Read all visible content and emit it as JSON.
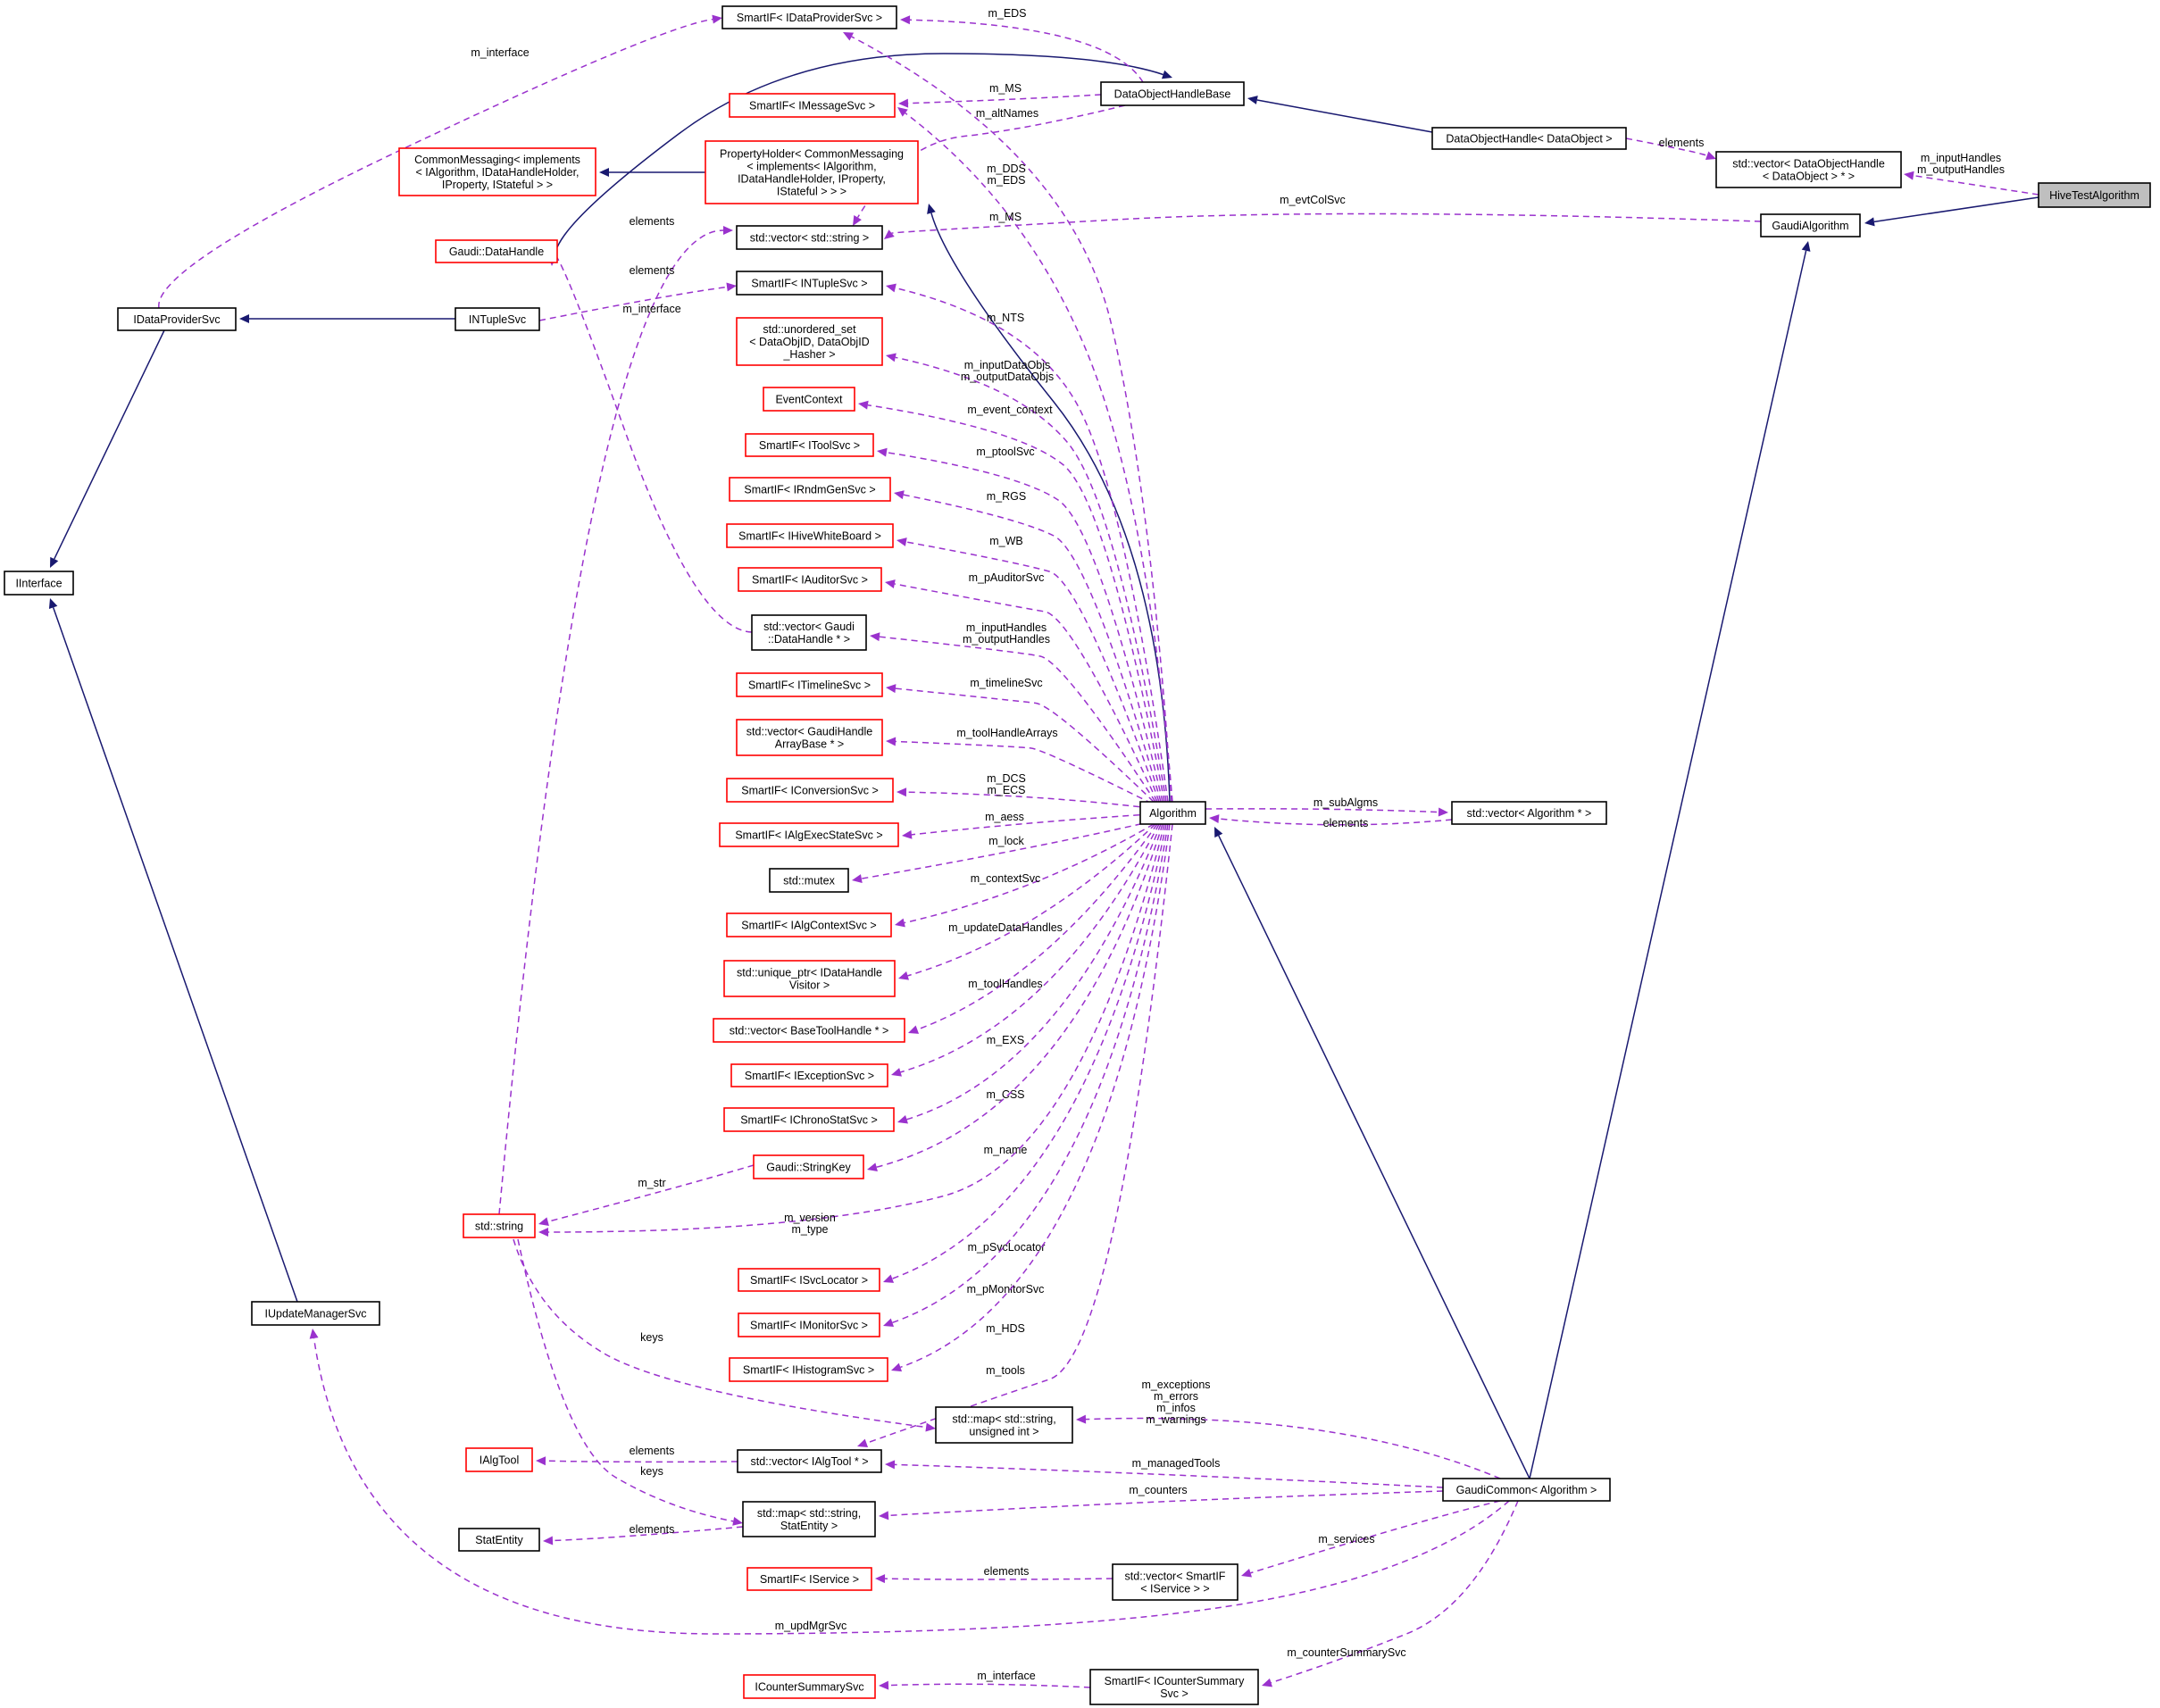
{
  "nodes": [
    {
      "id": "HiveTestAlgorithm",
      "lines": [
        "HiveTestAlgorithm"
      ],
      "style": "gray"
    },
    {
      "id": "GaudiAlgorithm",
      "lines": [
        "GaudiAlgorithm"
      ],
      "style": "black"
    },
    {
      "id": "VecDataObjectHandle",
      "lines": [
        "std::vector< DataObjectHandle",
        "< DataObject > * >"
      ],
      "style": "black"
    },
    {
      "id": "DataObjectHandle",
      "lines": [
        "DataObjectHandle< DataObject >"
      ],
      "style": "black"
    },
    {
      "id": "DataObjectHandleBase",
      "lines": [
        "DataObjectHandleBase"
      ],
      "style": "black"
    },
    {
      "id": "SmartIFDataProviderSvc",
      "lines": [
        "SmartIF< IDataProviderSvc >"
      ],
      "style": "black"
    },
    {
      "id": "SmartIFMessageSvc",
      "lines": [
        "SmartIF< IMessageSvc >"
      ],
      "style": "red"
    },
    {
      "id": "PropertyHolder",
      "lines": [
        "PropertyHolder< CommonMessaging",
        "< implements< IAlgorithm,",
        "IDataHandleHolder, IProperty,",
        "IStateful > > >"
      ],
      "style": "red"
    },
    {
      "id": "CommonMessaging",
      "lines": [
        "CommonMessaging< implements",
        "< IAlgorithm, IDataHandleHolder,",
        "IProperty, IStateful > >"
      ],
      "style": "red"
    },
    {
      "id": "GaudiDataHandle",
      "lines": [
        "Gaudi::DataHandle"
      ],
      "style": "red"
    },
    {
      "id": "VecString",
      "lines": [
        "std::vector< std::string >"
      ],
      "style": "black"
    },
    {
      "id": "SmartIFNTupleSvc",
      "lines": [
        "SmartIF< INTupleSvc >"
      ],
      "style": "black"
    },
    {
      "id": "INTupleSvc",
      "lines": [
        "INTupleSvc"
      ],
      "style": "black"
    },
    {
      "id": "IDataProviderSvc",
      "lines": [
        "IDataProviderSvc"
      ],
      "style": "black"
    },
    {
      "id": "IInterface",
      "lines": [
        "IInterface"
      ],
      "style": "black"
    },
    {
      "id": "UnorderedSet",
      "lines": [
        "std::unordered_set",
        "< DataObjID, DataObjID",
        "_Hasher >"
      ],
      "style": "red"
    },
    {
      "id": "EventContext",
      "lines": [
        "EventContext"
      ],
      "style": "red"
    },
    {
      "id": "SmartIFToolSvc",
      "lines": [
        "SmartIF< IToolSvc >"
      ],
      "style": "red"
    },
    {
      "id": "SmartIFRndmGenSvc",
      "lines": [
        "SmartIF< IRndmGenSvc >"
      ],
      "style": "red"
    },
    {
      "id": "SmartIFHiveWhiteBoard",
      "lines": [
        "SmartIF< IHiveWhiteBoard >"
      ],
      "style": "red"
    },
    {
      "id": "SmartIFAuditorSvc",
      "lines": [
        "SmartIF< IAuditorSvc >"
      ],
      "style": "red"
    },
    {
      "id": "VecGaudiDataHandle",
      "lines": [
        "std::vector< Gaudi",
        "::DataHandle * >"
      ],
      "style": "black"
    },
    {
      "id": "SmartIFTimelineSvc",
      "lines": [
        "SmartIF< ITimelineSvc >"
      ],
      "style": "red"
    },
    {
      "id": "VecGaudiHandleArrayBase",
      "lines": [
        "std::vector< GaudiHandle",
        "ArrayBase * >"
      ],
      "style": "red"
    },
    {
      "id": "SmartIFConversionSvc",
      "lines": [
        "SmartIF< IConversionSvc >"
      ],
      "style": "red"
    },
    {
      "id": "SmartIFAlgExecStateSvc",
      "lines": [
        "SmartIF< IAlgExecStateSvc >"
      ],
      "style": "red"
    },
    {
      "id": "Mutex",
      "lines": [
        "std::mutex"
      ],
      "style": "black"
    },
    {
      "id": "SmartIFAlgContextSvc",
      "lines": [
        "SmartIF< IAlgContextSvc >"
      ],
      "style": "red"
    },
    {
      "id": "UniquePtr",
      "lines": [
        "std::unique_ptr< IDataHandle",
        "Visitor >"
      ],
      "style": "red"
    },
    {
      "id": "VecBaseToolHandle",
      "lines": [
        "std::vector< BaseToolHandle * >"
      ],
      "style": "red"
    },
    {
      "id": "SmartIFExceptionSvc",
      "lines": [
        "SmartIF< IExceptionSvc >"
      ],
      "style": "red"
    },
    {
      "id": "SmartIFChronoStatSvc",
      "lines": [
        "SmartIF< IChronoStatSvc >"
      ],
      "style": "red"
    },
    {
      "id": "StringKey",
      "lines": [
        "Gaudi::StringKey"
      ],
      "style": "red"
    },
    {
      "id": "StdString",
      "lines": [
        "std::string"
      ],
      "style": "red"
    },
    {
      "id": "SmartIFSvcLocator",
      "lines": [
        "SmartIF< ISvcLocator >"
      ],
      "style": "red"
    },
    {
      "id": "SmartIFMonitorSvc",
      "lines": [
        "SmartIF< IMonitorSvc >"
      ],
      "style": "red"
    },
    {
      "id": "SmartIFHistogramSvc",
      "lines": [
        "SmartIF< IHistogramSvc >"
      ],
      "style": "red"
    },
    {
      "id": "Algorithm",
      "lines": [
        "Algorithm"
      ],
      "style": "black"
    },
    {
      "id": "VecAlgorithm",
      "lines": [
        "std::vector< Algorithm * >"
      ],
      "style": "black"
    },
    {
      "id": "IUpdateManagerSvc",
      "lines": [
        "IUpdateManagerSvc"
      ],
      "style": "black"
    },
    {
      "id": "MapStringUint",
      "lines": [
        "std::map< std::string,",
        "unsigned int >"
      ],
      "style": "black"
    },
    {
      "id": "IAlgTool",
      "lines": [
        "IAlgTool"
      ],
      "style": "red"
    },
    {
      "id": "VecIAlgTool",
      "lines": [
        "std::vector< IAlgTool * >"
      ],
      "style": "black"
    },
    {
      "id": "GaudiCommon",
      "lines": [
        "GaudiCommon< Algorithm >"
      ],
      "style": "black"
    },
    {
      "id": "StatEntity",
      "lines": [
        "StatEntity"
      ],
      "style": "black"
    },
    {
      "id": "MapStringStatEntity",
      "lines": [
        "std::map< std::string,",
        "StatEntity >"
      ],
      "style": "black"
    },
    {
      "id": "SmartIFService",
      "lines": [
        "SmartIF< IService >"
      ],
      "style": "red"
    },
    {
      "id": "VecSmartIFService",
      "lines": [
        "std::vector< SmartIF",
        "< IService > >"
      ],
      "style": "black"
    },
    {
      "id": "ICounterSummarySvc",
      "lines": [
        "ICounterSummarySvc"
      ],
      "style": "red"
    },
    {
      "id": "SmartIFCounterSummarySvc",
      "lines": [
        "SmartIF< ICounterSummary",
        "Svc >"
      ],
      "style": "black"
    }
  ],
  "edges": [
    {
      "from": "GaudiAlgorithm",
      "to": "HiveTestAlgorithm",
      "type": "inherit",
      "label": []
    },
    {
      "from": "VecDataObjectHandle",
      "to": "HiveTestAlgorithm",
      "type": "collab",
      "label": [
        "m_inputHandles",
        "m_outputHandles"
      ]
    },
    {
      "from": "DataObjectHandle",
      "to": "VecDataObjectHandle",
      "type": "collab",
      "label": [
        "elements"
      ]
    },
    {
      "from": "DataObjectHandleBase",
      "to": "DataObjectHandle",
      "type": "inherit",
      "label": []
    },
    {
      "from": "GaudiDataHandle",
      "to": "DataObjectHandleBase",
      "type": "inherit",
      "label": []
    },
    {
      "from": "SmartIFDataProviderSvc",
      "to": "DataObjectHandleBase",
      "type": "collab",
      "label": [
        "m_EDS"
      ]
    },
    {
      "from": "SmartIFMessageSvc",
      "to": "DataObjectHandleBase",
      "type": "collab",
      "label": [
        "m_MS"
      ]
    },
    {
      "from": "VecString",
      "to": "DataObjectHandleBase",
      "type": "collab",
      "label": [
        "m_altNames"
      ]
    },
    {
      "from": "IDataProviderSvc",
      "to": "SmartIFDataProviderSvc",
      "type": "collab",
      "label": [
        "m_interface"
      ]
    },
    {
      "from": "CommonMessaging",
      "to": "PropertyHolder",
      "type": "inherit",
      "label": []
    },
    {
      "from": "StdString",
      "to": "VecString",
      "type": "collab",
      "label": [
        "elements"
      ]
    },
    {
      "from": "INTupleSvc",
      "to": "SmartIFNTupleSvc",
      "type": "collab",
      "label": [
        "m_interface"
      ]
    },
    {
      "from": "IDataProviderSvc",
      "to": "INTupleSvc",
      "type": "inherit",
      "label": []
    },
    {
      "from": "IInterface",
      "to": "IDataProviderSvc",
      "type": "inherit",
      "label": []
    },
    {
      "from": "IInterface",
      "to": "IUpdateManagerSvc",
      "type": "inherit",
      "label": []
    },
    {
      "from": "GaudiDataHandle",
      "to": "VecGaudiDataHandle",
      "type": "collab",
      "label": [
        "elements"
      ]
    },
    {
      "from": "PropertyHolder",
      "to": "Algorithm",
      "type": "inherit",
      "label": []
    },
    {
      "from": "Algorithm",
      "to": "GaudiCommon",
      "type": "inherit",
      "label": []
    },
    {
      "from": "GaudiCommon",
      "to": "GaudiAlgorithm",
      "type": "inherit",
      "label": []
    },
    {
      "from": "GaudiAlgorithm",
      "to": "SmartIFDataProviderSvc",
      "type": "collab",
      "label": [
        "m_evtColSvc"
      ]
    },
    {
      "from": "Algorithm",
      "to": "SmartIFDataProviderSvc",
      "type": "collab",
      "label": [
        "m_DDS",
        "m_EDS"
      ]
    },
    {
      "from": "Algorithm",
      "to": "SmartIFMessageSvc",
      "type": "collab",
      "label": [
        "m_MS"
      ]
    },
    {
      "from": "Algorithm",
      "to": "SmartIFNTupleSvc",
      "type": "collab",
      "label": [
        "m_NTS"
      ]
    },
    {
      "from": "Algorithm",
      "to": "UnorderedSet",
      "type": "collab",
      "label": [
        "m_inputDataObjs",
        "m_outputDataObjs"
      ]
    },
    {
      "from": "Algorithm",
      "to": "EventContext",
      "type": "collab",
      "label": [
        "m_event_context"
      ]
    },
    {
      "from": "Algorithm",
      "to": "SmartIFToolSvc",
      "type": "collab",
      "label": [
        "m_ptoolSvc"
      ]
    },
    {
      "from": "Algorithm",
      "to": "SmartIFRndmGenSvc",
      "type": "collab",
      "label": [
        "m_RGS"
      ]
    },
    {
      "from": "Algorithm",
      "to": "SmartIFHiveWhiteBoard",
      "type": "collab",
      "label": [
        "m_WB"
      ]
    },
    {
      "from": "Algorithm",
      "to": "SmartIFAuditorSvc",
      "type": "collab",
      "label": [
        "m_pAuditorSvc"
      ]
    },
    {
      "from": "Algorithm",
      "to": "VecGaudiDataHandle",
      "type": "collab",
      "label": [
        "m_inputHandles",
        "m_outputHandles"
      ]
    },
    {
      "from": "Algorithm",
      "to": "SmartIFTimelineSvc",
      "type": "collab",
      "label": [
        "m_timelineSvc"
      ]
    },
    {
      "from": "Algorithm",
      "to": "VecGaudiHandleArrayBase",
      "type": "collab",
      "label": [
        "m_toolHandleArrays"
      ]
    },
    {
      "from": "Algorithm",
      "to": "SmartIFConversionSvc",
      "type": "collab",
      "label": [
        "m_DCS",
        "m_ECS"
      ]
    },
    {
      "from": "Algorithm",
      "to": "SmartIFAlgExecStateSvc",
      "type": "collab",
      "label": [
        "m_aess"
      ]
    },
    {
      "from": "Algorithm",
      "to": "Mutex",
      "type": "collab",
      "label": [
        "m_lock"
      ]
    },
    {
      "from": "Algorithm",
      "to": "SmartIFAlgContextSvc",
      "type": "collab",
      "label": [
        "m_contextSvc"
      ]
    },
    {
      "from": "Algorithm",
      "to": "UniquePtr",
      "type": "collab",
      "label": [
        "m_updateDataHandles"
      ]
    },
    {
      "from": "Algorithm",
      "to": "VecBaseToolHandle",
      "type": "collab",
      "label": [
        "m_toolHandles"
      ]
    },
    {
      "from": "Algorithm",
      "to": "SmartIFExceptionSvc",
      "type": "collab",
      "label": [
        "m_EXS"
      ]
    },
    {
      "from": "Algorithm",
      "to": "SmartIFChronoStatSvc",
      "type": "collab",
      "label": [
        "m_CSS"
      ]
    },
    {
      "from": "Algorithm",
      "to": "StringKey",
      "type": "collab",
      "label": [
        "m_name"
      ]
    },
    {
      "from": "StringKey",
      "to": "StdString",
      "type": "collab",
      "label": [
        "m_str"
      ]
    },
    {
      "from": "Algorithm",
      "to": "StdString",
      "type": "collab",
      "label": [
        "m_version",
        "m_type"
      ]
    },
    {
      "from": "Algorithm",
      "to": "SmartIFSvcLocator",
      "type": "collab",
      "label": [
        "m_pSvcLocator"
      ]
    },
    {
      "from": "Algorithm",
      "to": "SmartIFMonitorSvc",
      "type": "collab",
      "label": [
        "m_pMonitorSvc"
      ]
    },
    {
      "from": "Algorithm",
      "to": "SmartIFHistogramSvc",
      "type": "collab",
      "label": [
        "m_HDS"
      ]
    },
    {
      "from": "Algorithm",
      "to": "VecIAlgTool",
      "type": "collab",
      "label": [
        "m_tools"
      ]
    },
    {
      "from": "Algorithm",
      "to": "VecAlgorithm",
      "type": "collab",
      "label": [
        "m_subAlgms"
      ]
    },
    {
      "from": "VecAlgorithm",
      "to": "Algorithm",
      "type": "collab",
      "label": [
        "elements"
      ]
    },
    {
      "from": "StdString",
      "to": "MapStringUint",
      "type": "collab",
      "label": [
        "keys"
      ]
    },
    {
      "from": "GaudiCommon",
      "to": "MapStringUint",
      "type": "collab",
      "label": [
        "m_exceptions",
        "m_errors",
        "m_infos",
        "m_warnings"
      ]
    },
    {
      "from": "IAlgTool",
      "to": "VecIAlgTool",
      "type": "collab",
      "label": [
        "elements"
      ]
    },
    {
      "from": "GaudiCommon",
      "to": "VecIAlgTool",
      "type": "collab",
      "label": [
        "m_managedTools"
      ]
    },
    {
      "from": "StdString",
      "to": "MapStringStatEntity",
      "type": "collab",
      "label": [
        "keys"
      ]
    },
    {
      "from": "StatEntity",
      "to": "MapStringStatEntity",
      "type": "collab",
      "label": [
        "elements"
      ]
    },
    {
      "from": "GaudiCommon",
      "to": "MapStringStatEntity",
      "type": "collab",
      "label": [
        "m_counters"
      ]
    },
    {
      "from": "SmartIFService",
      "to": "VecSmartIFService",
      "type": "collab",
      "label": [
        "elements"
      ]
    },
    {
      "from": "GaudiCommon",
      "to": "VecSmartIFService",
      "type": "collab",
      "label": [
        "m_services"
      ]
    },
    {
      "from": "GaudiCommon",
      "to": "IUpdateManagerSvc",
      "type": "collab",
      "label": [
        "m_updMgrSvc"
      ]
    },
    {
      "from": "ICounterSummarySvc",
      "to": "SmartIFCounterSummarySvc",
      "type": "collab",
      "label": [
        "m_interface"
      ]
    },
    {
      "from": "GaudiCommon",
      "to": "SmartIFCounterSummarySvc",
      "type": "collab",
      "label": [
        "m_counterSummarySvc"
      ]
    }
  ]
}
